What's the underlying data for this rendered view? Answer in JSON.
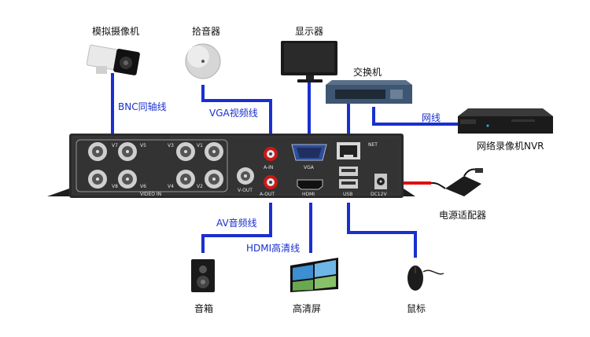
{
  "devices": {
    "camera": "模拟摄像机",
    "microphone": "拾音器",
    "monitor": "显示器",
    "switch": "交换机",
    "nvr": "网络录像机NVR",
    "power_adapter": "电源适配器",
    "speaker": "音箱",
    "hd_screen": "高清屏",
    "mouse": "鼠标"
  },
  "cables": {
    "bnc": "BNC同轴线",
    "vga": "VGA视频线",
    "network": "网线",
    "av": "AV音频线",
    "hdmi": "HDMI高清线"
  },
  "panel": {
    "v7": "V7",
    "v5": "V5",
    "v3": "V3",
    "v1": "V1",
    "v8": "V8",
    "v6": "V6",
    "v4": "V4",
    "v2": "V2",
    "video_in": "VIDEO IN",
    "v_out": "V-OUT",
    "a_in": "A-IN",
    "a_out": "A-OUT",
    "vga": "VGA",
    "hdmi": "HDMI",
    "net": "NET",
    "usb": "USB",
    "dc12v": "DC12V"
  },
  "colors": {
    "cable_blue": "#1a2fd0",
    "power_red": "#e01010",
    "panel_dark": "#2a2a2a"
  }
}
